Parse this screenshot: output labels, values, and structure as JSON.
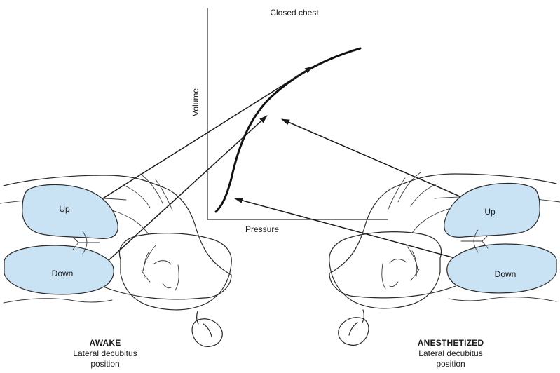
{
  "diagram": {
    "title": "Closed chest",
    "axis_y_label": "Volume",
    "axis_x_label": "Pressure",
    "lung_color": "#c9e3f5"
  },
  "left_patient": {
    "upper_lung_label": "Up",
    "lower_lung_label": "Down",
    "caption_title": "AWAKE",
    "caption_line1": "Lateral decubitus",
    "caption_line2": "position"
  },
  "right_patient": {
    "upper_lung_label": "Up",
    "lower_lung_label": "Down",
    "caption_title": "ANESTHETIZED",
    "caption_line1": "Lateral decubitus",
    "caption_line2": "position"
  }
}
